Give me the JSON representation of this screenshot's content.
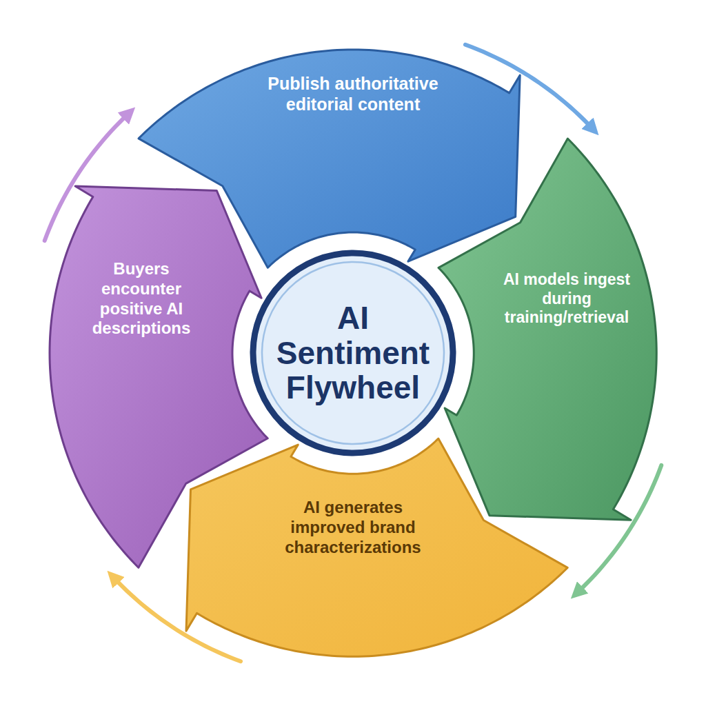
{
  "diagram": {
    "nodes": [
      {
        "text": [
          "Publish authoritative editorial content"
        ]
      },
      {
        "text": [
          "Buyers encounter positive AI descriptions"
        ]
      },
      {
        "text": [
          "AI Sentiment Flywheel"
        ]
      },
      {
        "text": [
          "AI models ingest during training/retrieval"
        ]
      },
      {
        "text": [
          "AI generates improved brand characterizations"
        ]
      }
    ],
    "edges": [
      {
        "from": 0,
        "to": 3,
        "arrow": "to"
      },
      {
        "from": 3,
        "to": 4,
        "arrow": "to"
      },
      {
        "from": 4,
        "to": 1,
        "arrow": "to"
      },
      {
        "from": 1,
        "to": 0,
        "arrow": "to"
      }
    ]
  }
}
